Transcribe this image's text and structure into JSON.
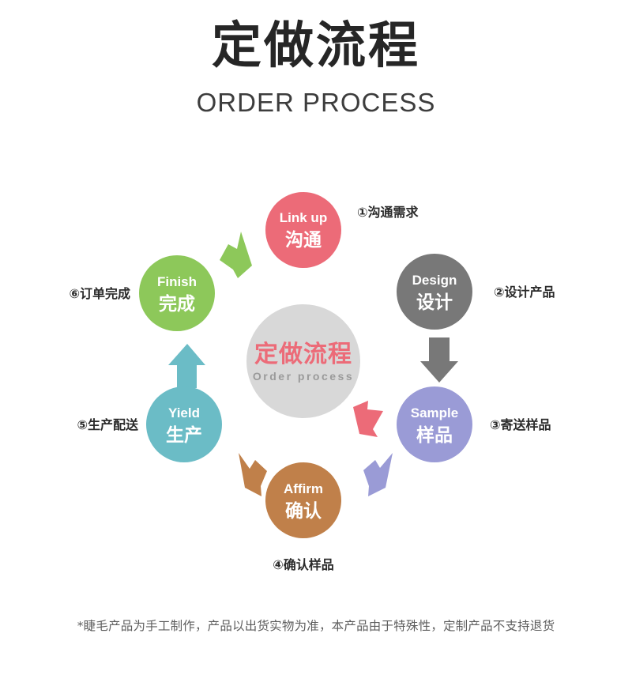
{
  "header": {
    "title_cn": "定做流程",
    "title_en": "ORDER PROCESS"
  },
  "hub": {
    "title_cn": "定做流程",
    "title_en": "Order process",
    "circle_color": "#d8d8d8",
    "title_cn_color": "#ec6b78",
    "title_en_color": "#9a9a9a"
  },
  "steps": [
    {
      "id": "link-up",
      "en": "Link up",
      "cn": "沟通",
      "label": "①沟通需求",
      "color": "#ec6b78"
    },
    {
      "id": "design",
      "en": "Design",
      "cn": "设计",
      "label": "②设计产品",
      "color": "#787878"
    },
    {
      "id": "sample",
      "en": "Sample",
      "cn": "样品",
      "label": "③寄送样品",
      "color": "#9a9bd6"
    },
    {
      "id": "affirm",
      "en": "Affirm",
      "cn": "确认",
      "label": "④确认样品",
      "color": "#c0804a"
    },
    {
      "id": "yield",
      "en": "Yield",
      "cn": "生产",
      "label": "⑤生产配送",
      "color": "#6bbcc6"
    },
    {
      "id": "finish",
      "en": "Finish",
      "cn": "完成",
      "label": "⑥订单完成",
      "color": "#8dc85a"
    }
  ],
  "arrows": [
    {
      "id": "arrow-link-up-to-design",
      "color": "#ec6b78"
    },
    {
      "id": "arrow-design-to-sample",
      "color": "#787878"
    },
    {
      "id": "arrow-sample-to-affirm",
      "color": "#9a9bd6"
    },
    {
      "id": "arrow-affirm-to-yield",
      "color": "#c0804a"
    },
    {
      "id": "arrow-yield-to-finish",
      "color": "#6bbcc6"
    },
    {
      "id": "arrow-finish-to-link-up",
      "color": "#8dc85a"
    }
  ],
  "footer": {
    "note": "*睫毛产品为手工制作，产品以出货实物为准，本产品由于特殊性，定制产品不支持退货"
  }
}
